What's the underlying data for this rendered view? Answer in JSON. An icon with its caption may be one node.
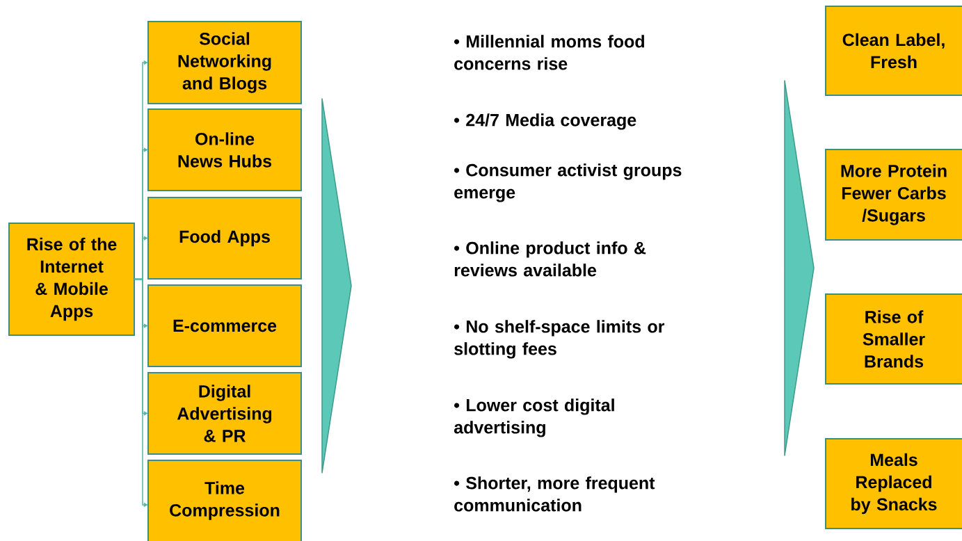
{
  "diagram": {
    "nodes": [
      {
        "text": [
          "Rise of the Internet & Mobile Apps"
        ]
      },
      {
        "text": [
          "Social Networking and Blogs"
        ]
      },
      {
        "text": [
          "On-line News Hubs"
        ]
      },
      {
        "text": [
          "Food Apps"
        ]
      },
      {
        "text": [
          "E-commerce"
        ]
      },
      {
        "text": [
          "Digital Advertising & PR"
        ]
      },
      {
        "text": [
          "Time Compression"
        ]
      },
      {
        "text": [
          "Clean Label, Fresh"
        ]
      },
      {
        "text": [
          "More Protein Fewer Carbs /Sugars"
        ]
      },
      {
        "text": [
          "Rise of Smaller Brands"
        ]
      },
      {
        "text": [
          "Meals Replaced by Snacks"
        ]
      }
    ],
    "edges": [
      {
        "from": 0,
        "to": 1,
        "arrow": "to"
      },
      {
        "from": 0,
        "to": 2,
        "arrow": "to"
      },
      {
        "from": 0,
        "to": 3,
        "arrow": "to"
      },
      {
        "from": 0,
        "to": 4,
        "arrow": "to"
      },
      {
        "from": 0,
        "to": 5,
        "arrow": "to"
      },
      {
        "from": 0,
        "to": 6,
        "arrow": "to"
      }
    ],
    "labels": [
      "• Millennial moms food concerns rise",
      "• 24/7 Media coverage",
      "• Consumer activist groups emerge",
      "• Online product info & reviews available",
      "• No shelf-space limits or slotting fees",
      "•  Lower cost digital advertising",
      "•  Shorter, more frequent communication"
    ]
  }
}
